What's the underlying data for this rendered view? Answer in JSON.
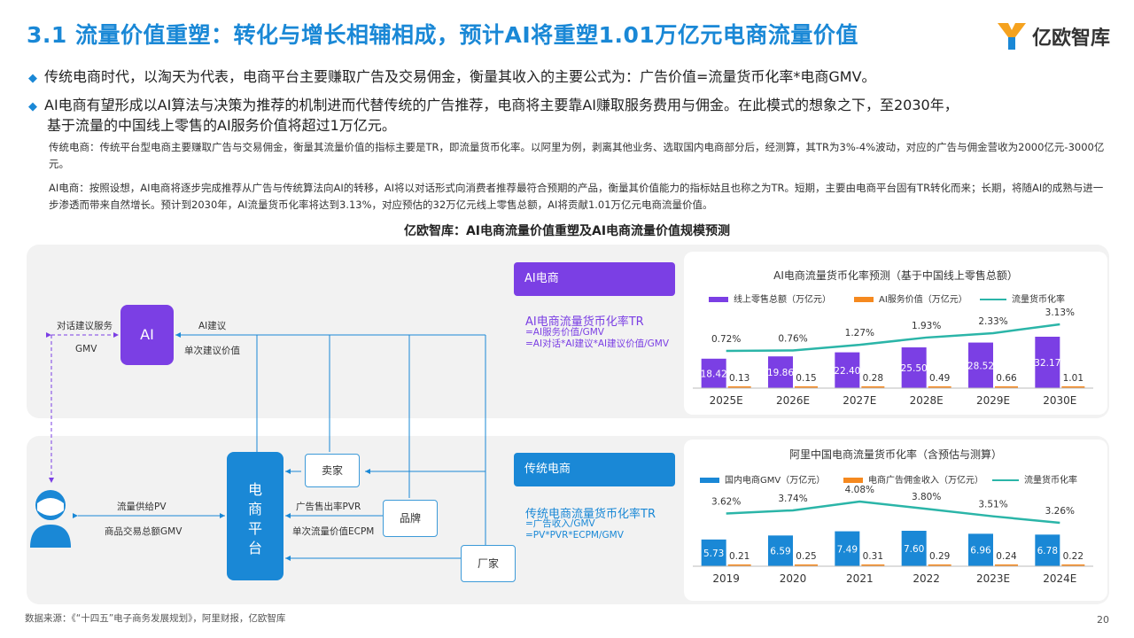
{
  "header": {
    "title": "3.1 流量价值重塑：转化与增长相辅相成，预计AI将重塑1.01万亿元电商流量价值",
    "brand": "亿欧智库",
    "brand_color": "#1a88d6"
  },
  "bullets": [
    "传统电商时代，以淘天为代表，电商平台主要赚取广告及交易佣金，衡量其收入的主要公式为：广告价值=流量货币化率*电商GMV。",
    "AI电商有望形成以AI算法与决策为推荐的机制进而代替传统的广告推荐，电商将主要靠AI赚取服务费用与佣金。在此模式的想象之下，至2030年，",
    "基于流量的中国线上零售的AI服务价值将超过1万亿元。"
  ],
  "notes": {
    "traditional": "传统电商：传统平台型电商主要赚取广告与交易佣金，衡量其流量价值的指标主要是TR，即流量货币化率。以阿里为例，剥离其他业务、选取国内电商部分后，经测算，其TR为3%-4%波动，对应的广告与佣金营收为2000亿元-3000亿元。",
    "ai": "AI电商：按照设想，AI电商将逐步完成推荐从广告与传统算法向AI的转移，AI将以对话形式向消费者推荐最符合预期的产品，衡量其价值能力的指标姑且也称之为TR。短期，主要由电商平台固有TR转化而来；长期，将随AI的成熟与进一步渗透而带来自然增长。预计到2030年，AI流量货币化率将达到3.13%，对应预估的32万亿元线上零售总额，AI将贡献1.01万亿元电商流量价值。"
  },
  "section_title": "亿欧智库：AI电商流量价值重塑及AI电商流量价值规模预测",
  "diagram": {
    "ai_node": "AI",
    "platform_node": "电商平台",
    "seller": "卖家",
    "brand": "品牌",
    "manufacturer": "厂家",
    "labels": {
      "dialog_service": "对话建议服务",
      "gmv": "GMV",
      "ai_suggest": "AI建议",
      "single_value": "单次建议价值",
      "traffic_pv": "流量供给PV",
      "goods_gmv": "商品交易总额GMV",
      "ad_pvr": "广告售出率PVR",
      "ecpm": "单次流量价值ECPM"
    }
  },
  "ai_panel": {
    "tag": "AI电商",
    "formula_title": "AI电商流量货币化率TR",
    "formula_lines": [
      "=AI服务价值/GMV",
      "=AI对话*AI建议*AI建议价值/GMV"
    ]
  },
  "trad_panel": {
    "tag": "传统电商",
    "formula_title": "传统电商流量货币化率TR",
    "formula_lines": [
      "=广告收入/GMV",
      "=PV*PVR*ECPM/GMV"
    ]
  },
  "chart_data": [
    {
      "type": "bar",
      "title": "AI电商流量货币化率预测（基于中国线上零售总额）",
      "categories": [
        "2025E",
        "2026E",
        "2027E",
        "2028E",
        "2029E",
        "2030E"
      ],
      "series": [
        {
          "name": "线上零售总额（万亿元）",
          "values": [
            18.42,
            19.86,
            22.4,
            25.5,
            28.52,
            32.17
          ],
          "color": "#7b3fe4",
          "labels": [
            "18.42",
            "19.86",
            "22.40",
            "25.50",
            "28.52",
            "32.17"
          ]
        },
        {
          "name": "AI服务价值（万亿元）",
          "values": [
            0.13,
            0.15,
            0.28,
            0.49,
            0.66,
            1.01
          ],
          "color": "#f5891f",
          "labels": [
            "0.13",
            "0.15",
            "0.28",
            "0.49",
            "0.66",
            "1.01"
          ]
        },
        {
          "name": "流量货币化率",
          "type": "line",
          "values": [
            0.72,
            0.76,
            1.27,
            1.93,
            2.33,
            3.13
          ],
          "labels": [
            "0.72%",
            "0.76%",
            "1.27%",
            "1.93%",
            "2.33%",
            "3.13%"
          ],
          "color": "#2bb5a8"
        }
      ]
    },
    {
      "type": "bar",
      "title": "阿里中国电商流量货币化率（含预估与测算）",
      "categories": [
        "2019",
        "2020",
        "2021",
        "2022",
        "2023E",
        "2024E"
      ],
      "series": [
        {
          "name": "国内电商GMV（万亿元）",
          "values": [
            5.73,
            6.59,
            7.49,
            7.6,
            6.96,
            6.78
          ],
          "color": "#1a88d6",
          "labels": [
            "5.73",
            "6.59",
            "7.49",
            "7.60",
            "6.96",
            "6.78"
          ]
        },
        {
          "name": "电商广告佣金收入（万亿元）",
          "values": [
            0.21,
            0.25,
            0.31,
            0.29,
            0.24,
            0.22
          ],
          "color": "#f5891f",
          "labels": [
            "0.21",
            "0.25",
            "0.31",
            "0.29",
            "0.24",
            "0.22"
          ]
        },
        {
          "name": "流量货币化率",
          "type": "line",
          "values": [
            3.62,
            3.74,
            4.08,
            3.8,
            3.51,
            3.26
          ],
          "labels": [
            "3.62%",
            "3.74%",
            "4.08%",
            "3.80%",
            "3.51%",
            "3.26%"
          ],
          "color": "#2bb5a8"
        }
      ]
    }
  ],
  "footer": {
    "source": "数据来源：《“十四五”电子商务发展规划》，阿里财报，亿欧智库",
    "page": "20"
  }
}
